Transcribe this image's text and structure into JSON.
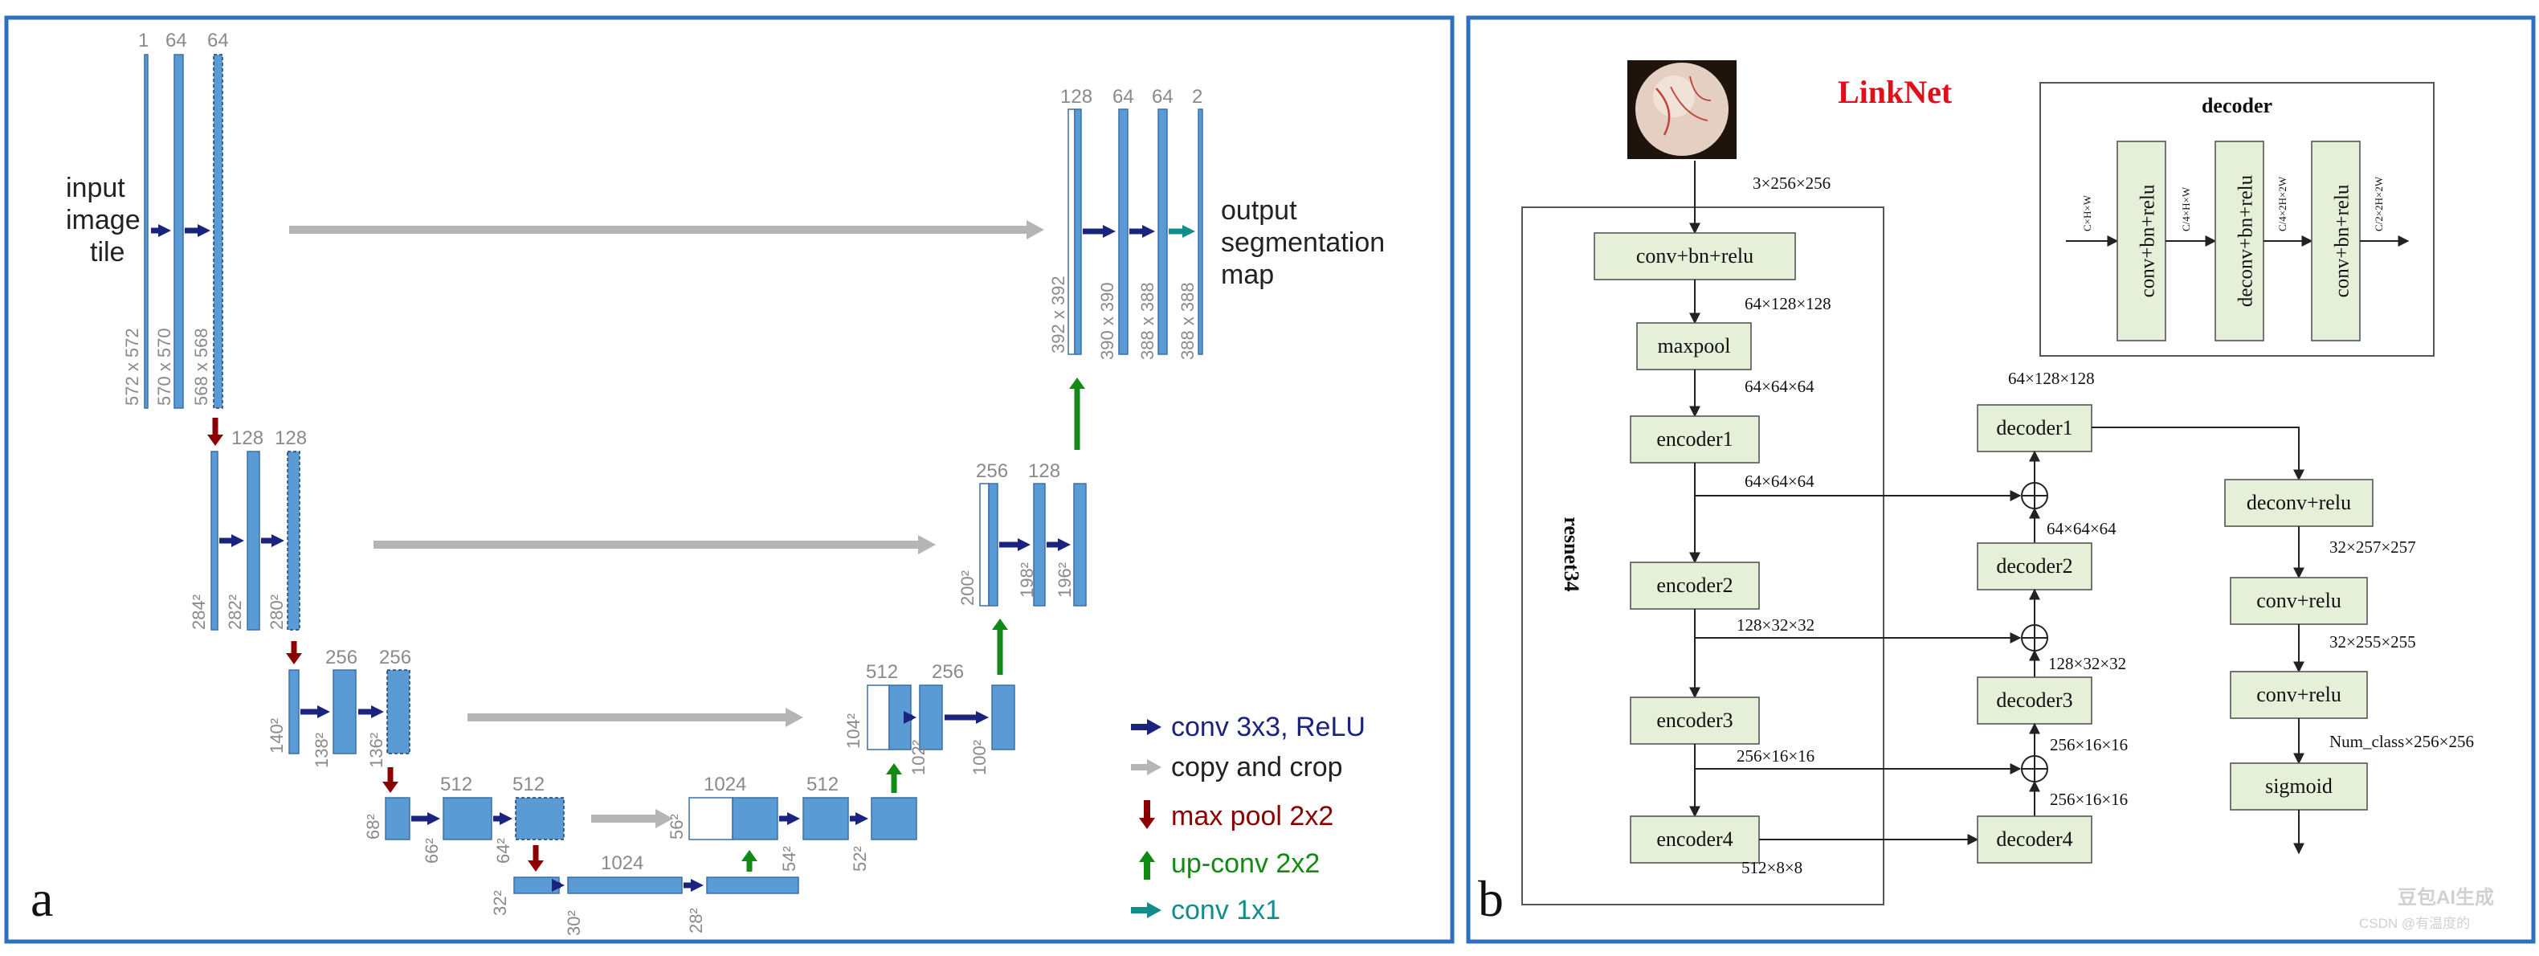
{
  "colors": {
    "frame": "#2e6fc0",
    "map_fill": "#5b9bd5",
    "map_stroke": "#3b6fa8",
    "arrow_conv": "#1a237e",
    "arrow_copy": "#b5b5b5",
    "arrow_pool": "#8b0000",
    "arrow_upconv": "#138a13",
    "arrow_conv1x1": "#138c8c",
    "box_fill": "#e6f0d8",
    "linknet_title": "#e0101a"
  },
  "panel_a": {
    "letter": "a",
    "input_label": [
      "input",
      "image",
      "tile"
    ],
    "output_label": [
      "output",
      "segmentation",
      "map"
    ],
    "channel_labels": {
      "l1": [
        "1",
        "64",
        "64"
      ],
      "l2": [
        "128",
        "128"
      ],
      "l3": [
        "256",
        "256"
      ],
      "l4": [
        "512",
        "512"
      ],
      "l5": [
        "1024"
      ],
      "r4": [
        "1024",
        "512"
      ],
      "r3": [
        "512",
        "256"
      ],
      "r2": [
        "256",
        "128"
      ],
      "r1": [
        "128",
        "64",
        "64",
        "2"
      ]
    },
    "size_labels": {
      "l1": [
        "572 x 572",
        "570 x 570",
        "568 x 568"
      ],
      "l2": [
        "284²",
        "282²",
        "280²"
      ],
      "l3": [
        "140²",
        "138²",
        "136²"
      ],
      "l4": [
        "68²",
        "66²",
        "64²"
      ],
      "l5": [
        "32²",
        "30²",
        "28²"
      ],
      "r4": [
        "56²",
        "54²",
        "52²"
      ],
      "r3": [
        "104²",
        "102²",
        "100²"
      ],
      "r2": [
        "200²",
        "198²",
        "196²"
      ],
      "r1": [
        "392 x 392",
        "390 x 390",
        "388 x 388",
        "388 x 388"
      ]
    },
    "legend": [
      {
        "label": "conv 3x3, ReLU",
        "kind": "conv"
      },
      {
        "label": "copy and crop",
        "kind": "copy"
      },
      {
        "label": "max pool 2x2",
        "kind": "pool"
      },
      {
        "label": "up-conv 2x2",
        "kind": "upconv"
      },
      {
        "label": "conv 1x1",
        "kind": "conv1x1"
      }
    ]
  },
  "panel_b": {
    "letter": "b",
    "title": "LinkNet",
    "backbone_label": "resnet34",
    "input_dim": "3×256×256",
    "nodes": {
      "conv": "conv+bn+relu",
      "maxpool": "maxpool",
      "encoder1": "encoder1",
      "encoder2": "encoder2",
      "encoder3": "encoder3",
      "encoder4": "encoder4",
      "decoder1": "decoder1",
      "decoder2": "decoder2",
      "decoder3": "decoder3",
      "decoder4": "decoder4",
      "deconv": "deconv+relu",
      "conv_relu_1": "conv+relu",
      "conv_relu_2": "conv+relu",
      "sigmoid": "sigmoid"
    },
    "dims": {
      "after_conv": "64×128×128",
      "after_maxpool": "64×64×64",
      "skip_e1": "64×64×64",
      "skip_e2": "128×32×32",
      "skip_e3": "256×16×16",
      "e4_out": "512×8×8",
      "decoder1_in": "64×128×128",
      "d2_out": "64×64×64",
      "d3_out": "128×32×32",
      "d4_to_sum": "256×16×16",
      "d4_out": "256×16×16",
      "deconv_out": "32×257×257",
      "conv1_out": "32×255×255",
      "final": "Num_class×256×256"
    },
    "decoder_block": {
      "title": "decoder",
      "boxes": [
        "conv+bn+relu",
        "deconv+bn+relu",
        "conv+bn+relu"
      ],
      "dims": [
        "C×H×W",
        "C/4×H×W",
        "C/4×2H×2W",
        "C/2×2H×2W"
      ]
    },
    "watermark": [
      "豆包AI生成",
      "CSDN @有温度的"
    ]
  }
}
